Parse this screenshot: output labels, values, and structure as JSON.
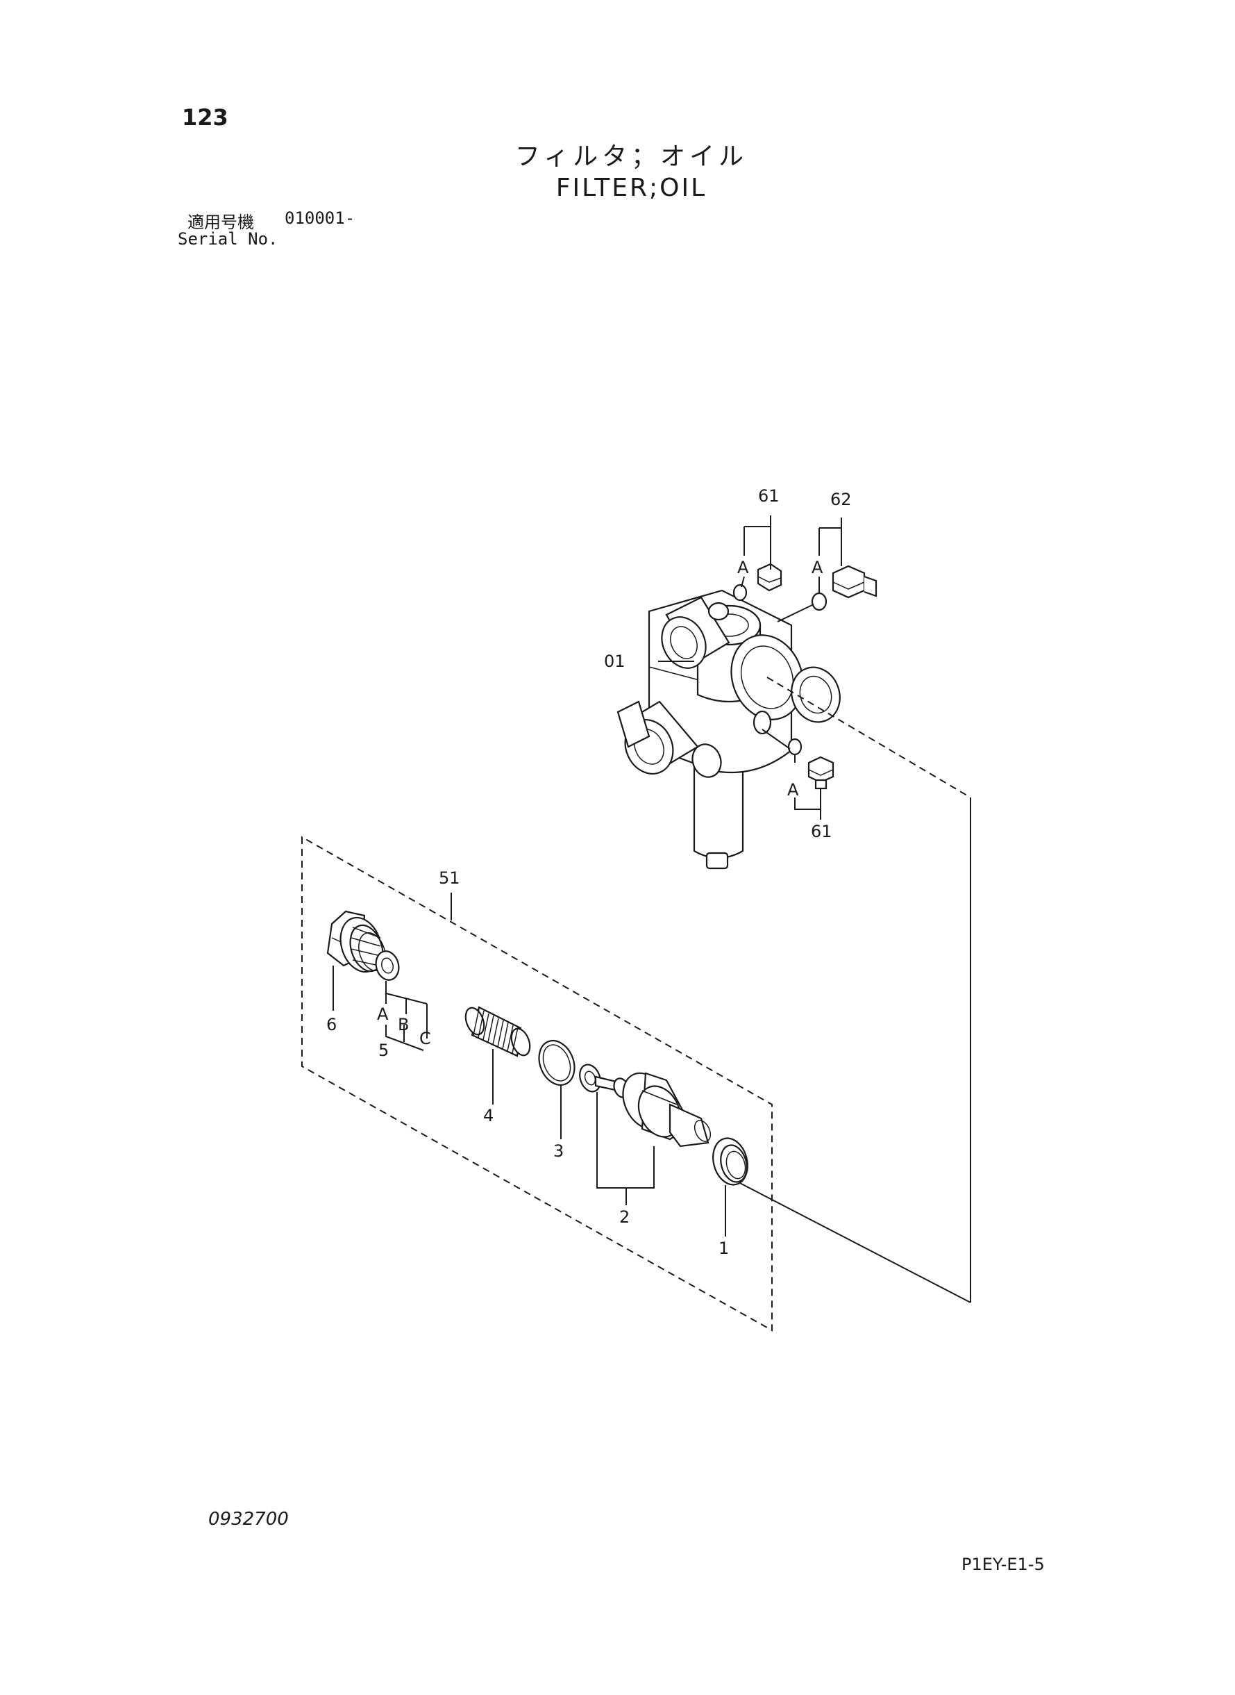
{
  "header": {
    "page_number": "123",
    "title_jp": "フィルタ；オイル",
    "title_en": "FILTER;OIL",
    "applicability_label": "適用号機",
    "applicability_value": "010001-",
    "serial_label": "Serial No."
  },
  "diagram": {
    "callouts": {
      "c61_top": "61",
      "c62": "62",
      "a_top_left": "A",
      "a_top_right": "A",
      "c01": "01",
      "a_right": "A",
      "c61_bottom": "61",
      "c51": "51",
      "c6": "6",
      "a_left": "A",
      "b_left": "B",
      "c_left": "C",
      "c5": "5",
      "c4": "4",
      "c3": "3",
      "c2": "2",
      "c1": "1"
    }
  },
  "footer": {
    "doc_code": "0932700",
    "page_ref": "P1EY-E1-5"
  }
}
